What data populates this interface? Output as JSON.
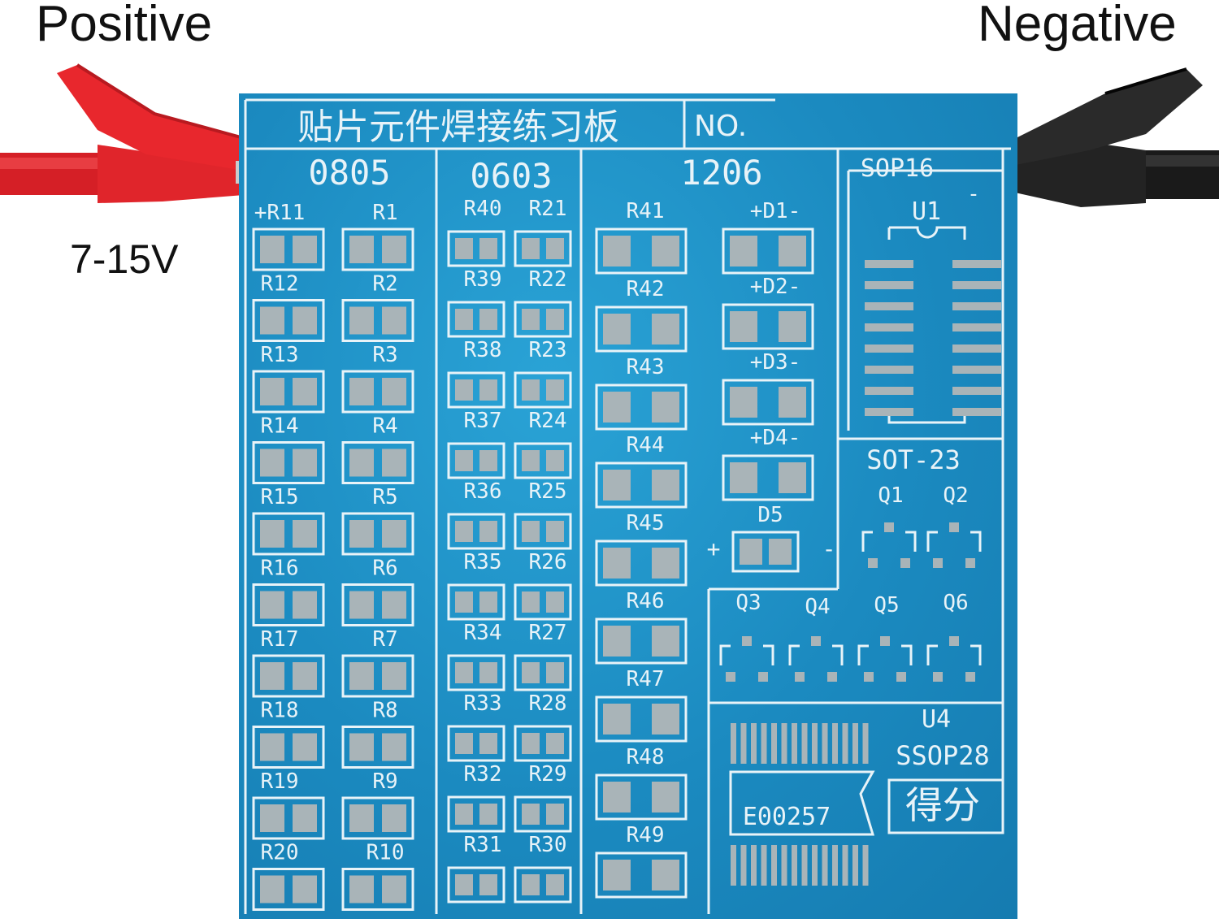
{
  "labels": {
    "positive": "Positive",
    "negative": "Negative",
    "voltage": "7-15V"
  },
  "board": {
    "title": "贴片元件焊接练习板",
    "no_label": "NO.",
    "sections": [
      "0805",
      "0603",
      "1206",
      "SOP16",
      "SOT-23"
    ],
    "col0805_left": [
      "+R11",
      "R12",
      "R13",
      "R14",
      "R15",
      "R16",
      "R17",
      "R18",
      "R19",
      "R20"
    ],
    "col0805_right": [
      "R1",
      "R2",
      "R3",
      "R4",
      "R5",
      "R6",
      "R7",
      "R8",
      "R9",
      "R10"
    ],
    "col0603_left": [
      "R40",
      "R39",
      "R38",
      "R37",
      "R36",
      "R35",
      "R34",
      "R33",
      "R32",
      "R31"
    ],
    "col0603_right": [
      "R21",
      "R22",
      "R23",
      "R24",
      "R25",
      "R26",
      "R27",
      "R28",
      "R29",
      "R30"
    ],
    "col1206_left": [
      "R41",
      "R42",
      "R43",
      "R44",
      "R45",
      "R46",
      "R47",
      "R48",
      "R49"
    ],
    "col1206_right": [
      "+D1-",
      "+D2-",
      "+D3-",
      "+D4-",
      "D5"
    ],
    "d5_plus": "+",
    "d5_minus": "-",
    "ic_u1": "U1",
    "sot_q": [
      "Q1",
      "Q2",
      "Q3",
      "Q4",
      "Q5",
      "Q6"
    ],
    "ssop_label": "U4",
    "ssop_name": "SSOP28",
    "score_label": "得分",
    "part_number": "E00257",
    "sop_minus": "-"
  },
  "colors": {
    "board": "#1d8fc4",
    "pad": "#a9b4b8",
    "silkscreen": "#e8f3f8",
    "positive_clip": "#e0252b",
    "negative_clip": "#1e1e1e"
  }
}
